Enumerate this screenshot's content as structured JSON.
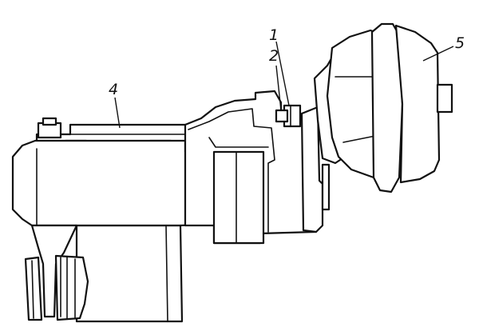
{
  "callouts": [
    {
      "id": "1",
      "label": "1"
    },
    {
      "id": "2",
      "label": "2"
    },
    {
      "id": "4",
      "label": "4"
    },
    {
      "id": "5",
      "label": "5"
    }
  ]
}
